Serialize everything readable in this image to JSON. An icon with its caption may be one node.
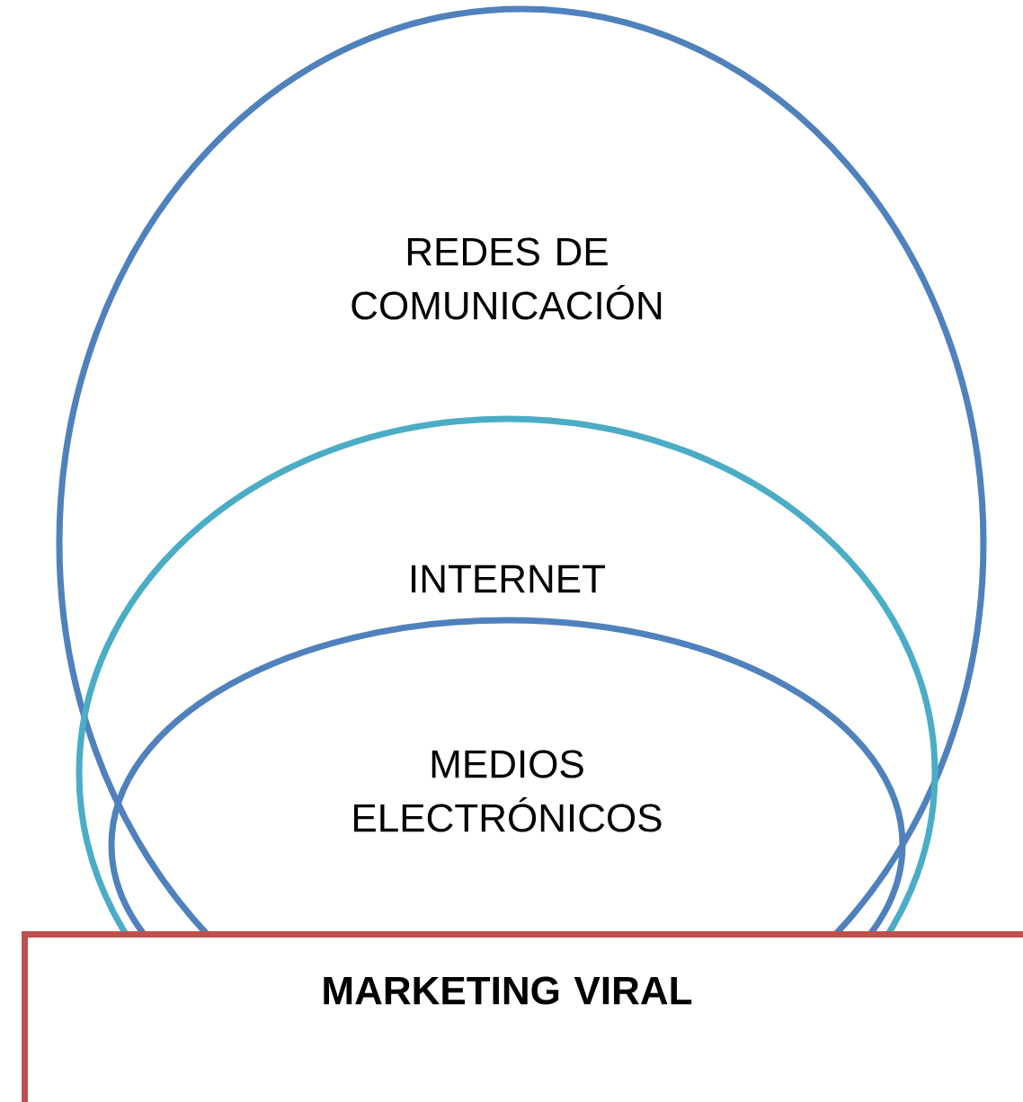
{
  "diagram": {
    "nodes": [
      {
        "text": [
          "REDES DE COMUNICACIÓN"
        ]
      },
      {
        "text": [
          "INTERNET"
        ]
      },
      {
        "text": [
          "MEDIOS ELECTRÓNICOS"
        ],
        "in": 1
      },
      {
        "text": [
          "**MARKETING VIRAL**"
        ]
      }
    ]
  }
}
